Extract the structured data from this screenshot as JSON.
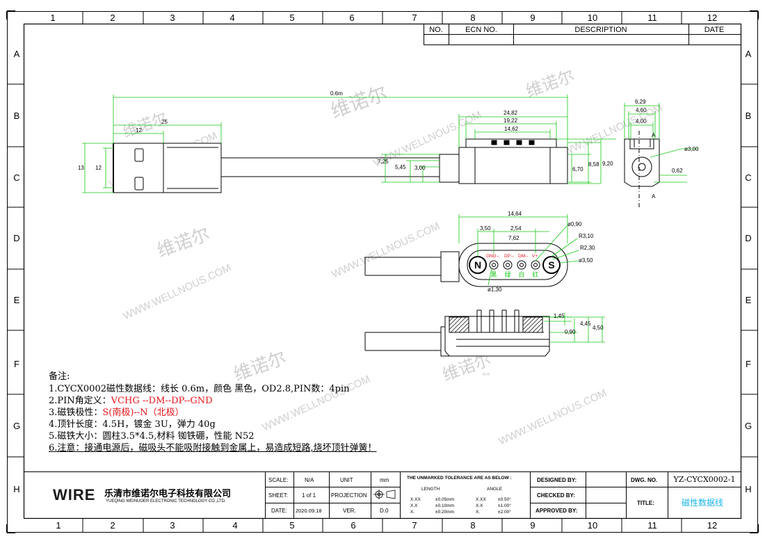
{
  "grid": {
    "columns": [
      "1",
      "2",
      "3",
      "4",
      "5",
      "6",
      "7",
      "8",
      "9",
      "10",
      "11",
      "12"
    ],
    "rows": [
      "A",
      "B",
      "C",
      "D",
      "E",
      "F",
      "G",
      "H"
    ]
  },
  "revision_table": {
    "headers": [
      "NO.",
      "ECN NO.",
      "DESCRIPTION",
      "DATE"
    ]
  },
  "watermark": {
    "cn": "维诺尔",
    "en": "WWW.WELLNOUS.COM"
  },
  "dimensions": {
    "length_total": "0.6m",
    "usb_25": "25",
    "usb_12_w": "12",
    "usb_13": "13",
    "usb_12_h": "12",
    "head_24_82": "24,82",
    "head_19_22": "19,22",
    "head_14_62": "14,62",
    "h_7_25": "7,25",
    "h_5_45": "5,45",
    "h_3_00": "3,00",
    "h_6_70": "6,70",
    "h_8_58": "8,58",
    "h_9_20": "9,20",
    "side_6_29": "6,29",
    "side_4_60": "4,60",
    "side_4_00": "4,00",
    "side_d3_00": "ø3,00",
    "side_0_62": "0,62",
    "section_a": "A",
    "face_14_64": "14,64",
    "face_3_50": "3,50",
    "face_2_54": "2,54",
    "face_7_62": "7,62",
    "face_d0_90": "ø0,90",
    "face_r3_10": "R3,10",
    "face_r2_30": "R2,30",
    "face_d3_50": "ø3,50",
    "face_d1_30": "ø1,30",
    "sec_1_45": "1,45",
    "sec_4_45": "4,45",
    "sec_0_90": "0,90",
    "sec_4_50": "4,50",
    "sec_label": "A-A"
  },
  "face": {
    "pin_labels": [
      "GND",
      "DP",
      "DM",
      "V+"
    ],
    "pin_sep": "--",
    "pin_colors_cn": [
      "黑",
      "绿",
      "白",
      "红"
    ],
    "pole_n": "N",
    "pole_s": "S"
  },
  "notes": {
    "title": "备注:",
    "items": [
      "1.CYCX0002磁性数据线：线长 0.6m，颜色 黑色，OD2.8,PIN数：4pin",
      "2.PIN角定义：",
      "3.磁铁极性：",
      "4.顶针长度：4.5H，镀金 3U，弹力 40g",
      "5.磁铁大小：圆柱3.5*4.5,材料  铷铁硼，性能 N52",
      "6.注意：接通电源后，磁吸头不能吸附接触到金属上，易造成短路,烧坏顶针弹簧！"
    ],
    "pin_def_red": "VCHG --DM--DP--GND",
    "polarity_red": "S(南极)--N（北极）"
  },
  "company": {
    "logo_text": "WIRE",
    "name_cn": "乐清市维诺尔电子科技有限公司",
    "name_en": "YUEQING WEINUOER ELECTRONIC TECHNOLOGY CO.,LTD."
  },
  "title_block": {
    "scale_label": "SCALE:",
    "scale_value": "N/A",
    "unit_label": "UNIT",
    "unit_value": "mm",
    "sheet_label": "SHEET:",
    "sheet_value": "1 of 1",
    "projection_label": "PROJECTION",
    "date_label": "DATE:",
    "date_value": "2020.09.18",
    "ver_label": "VER.",
    "ver_value": "D.0",
    "tolerance_title": "THE UNMARKED TOLERANCE ARE AS BELOW :",
    "length_label": "LENGTH",
    "angle_label": "ANGLE",
    "tol_rows": [
      {
        "l_key": "X.XX",
        "l_val": "±0.05mm",
        "a_key": "X.XX",
        "a_val": "±0.50°"
      },
      {
        "l_key": "X.X",
        "l_val": "±0.10mm",
        "a_key": "X.X",
        "a_val": "±1.00°"
      },
      {
        "l_key": "X.",
        "l_val": "±0.20mm",
        "a_key": "X.",
        "a_val": "±2.00°"
      }
    ],
    "designed_by": "DESIGNED BY:",
    "checked_by": "CHECKED BY:",
    "approved_by": "APPROVED BY:",
    "dwg_no_label": "DWG. NO.",
    "dwg_no_value": "YZ-CYCX0002-1",
    "title_label": "TITLE:",
    "title_value": "磁性数据线"
  },
  "colors": {
    "dimension_green": "#14c814",
    "notes_red": "#e4141b",
    "title_cyan": "#19b4e6",
    "watermark": "#c8c8c8"
  }
}
